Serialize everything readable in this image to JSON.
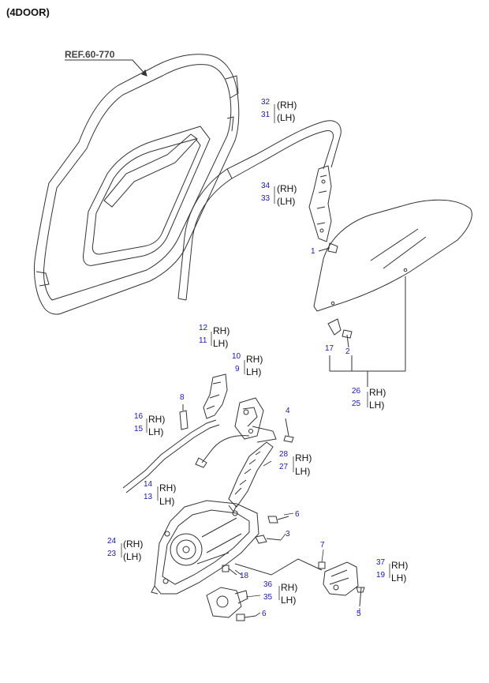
{
  "title": "(4DOOR)",
  "reference": "REF.60-770",
  "suffix": {
    "rh": "RH)",
    "lh": "LH)",
    "rh_paren": "(RH)",
    "lh_paren": "(LH)"
  },
  "part_numbers": {
    "p32": "32",
    "p31": "31",
    "p34": "34",
    "p33": "33",
    "p1": "1",
    "p12": "12",
    "p11": "11",
    "p10": "10",
    "p9": "9",
    "p17": "17",
    "p2": "2",
    "p26": "26",
    "p25": "25",
    "p8": "8",
    "p16": "16",
    "p15": "15",
    "p4": "4",
    "p28": "28",
    "p27": "27",
    "p14": "14",
    "p13": "13",
    "p6a": "6",
    "p3": "3",
    "p24": "24",
    "p23": "23",
    "p7": "7",
    "p18": "18",
    "p37": "37",
    "p19": "19",
    "p36": "36",
    "p35": "35",
    "p5": "5",
    "p6b": "6"
  }
}
